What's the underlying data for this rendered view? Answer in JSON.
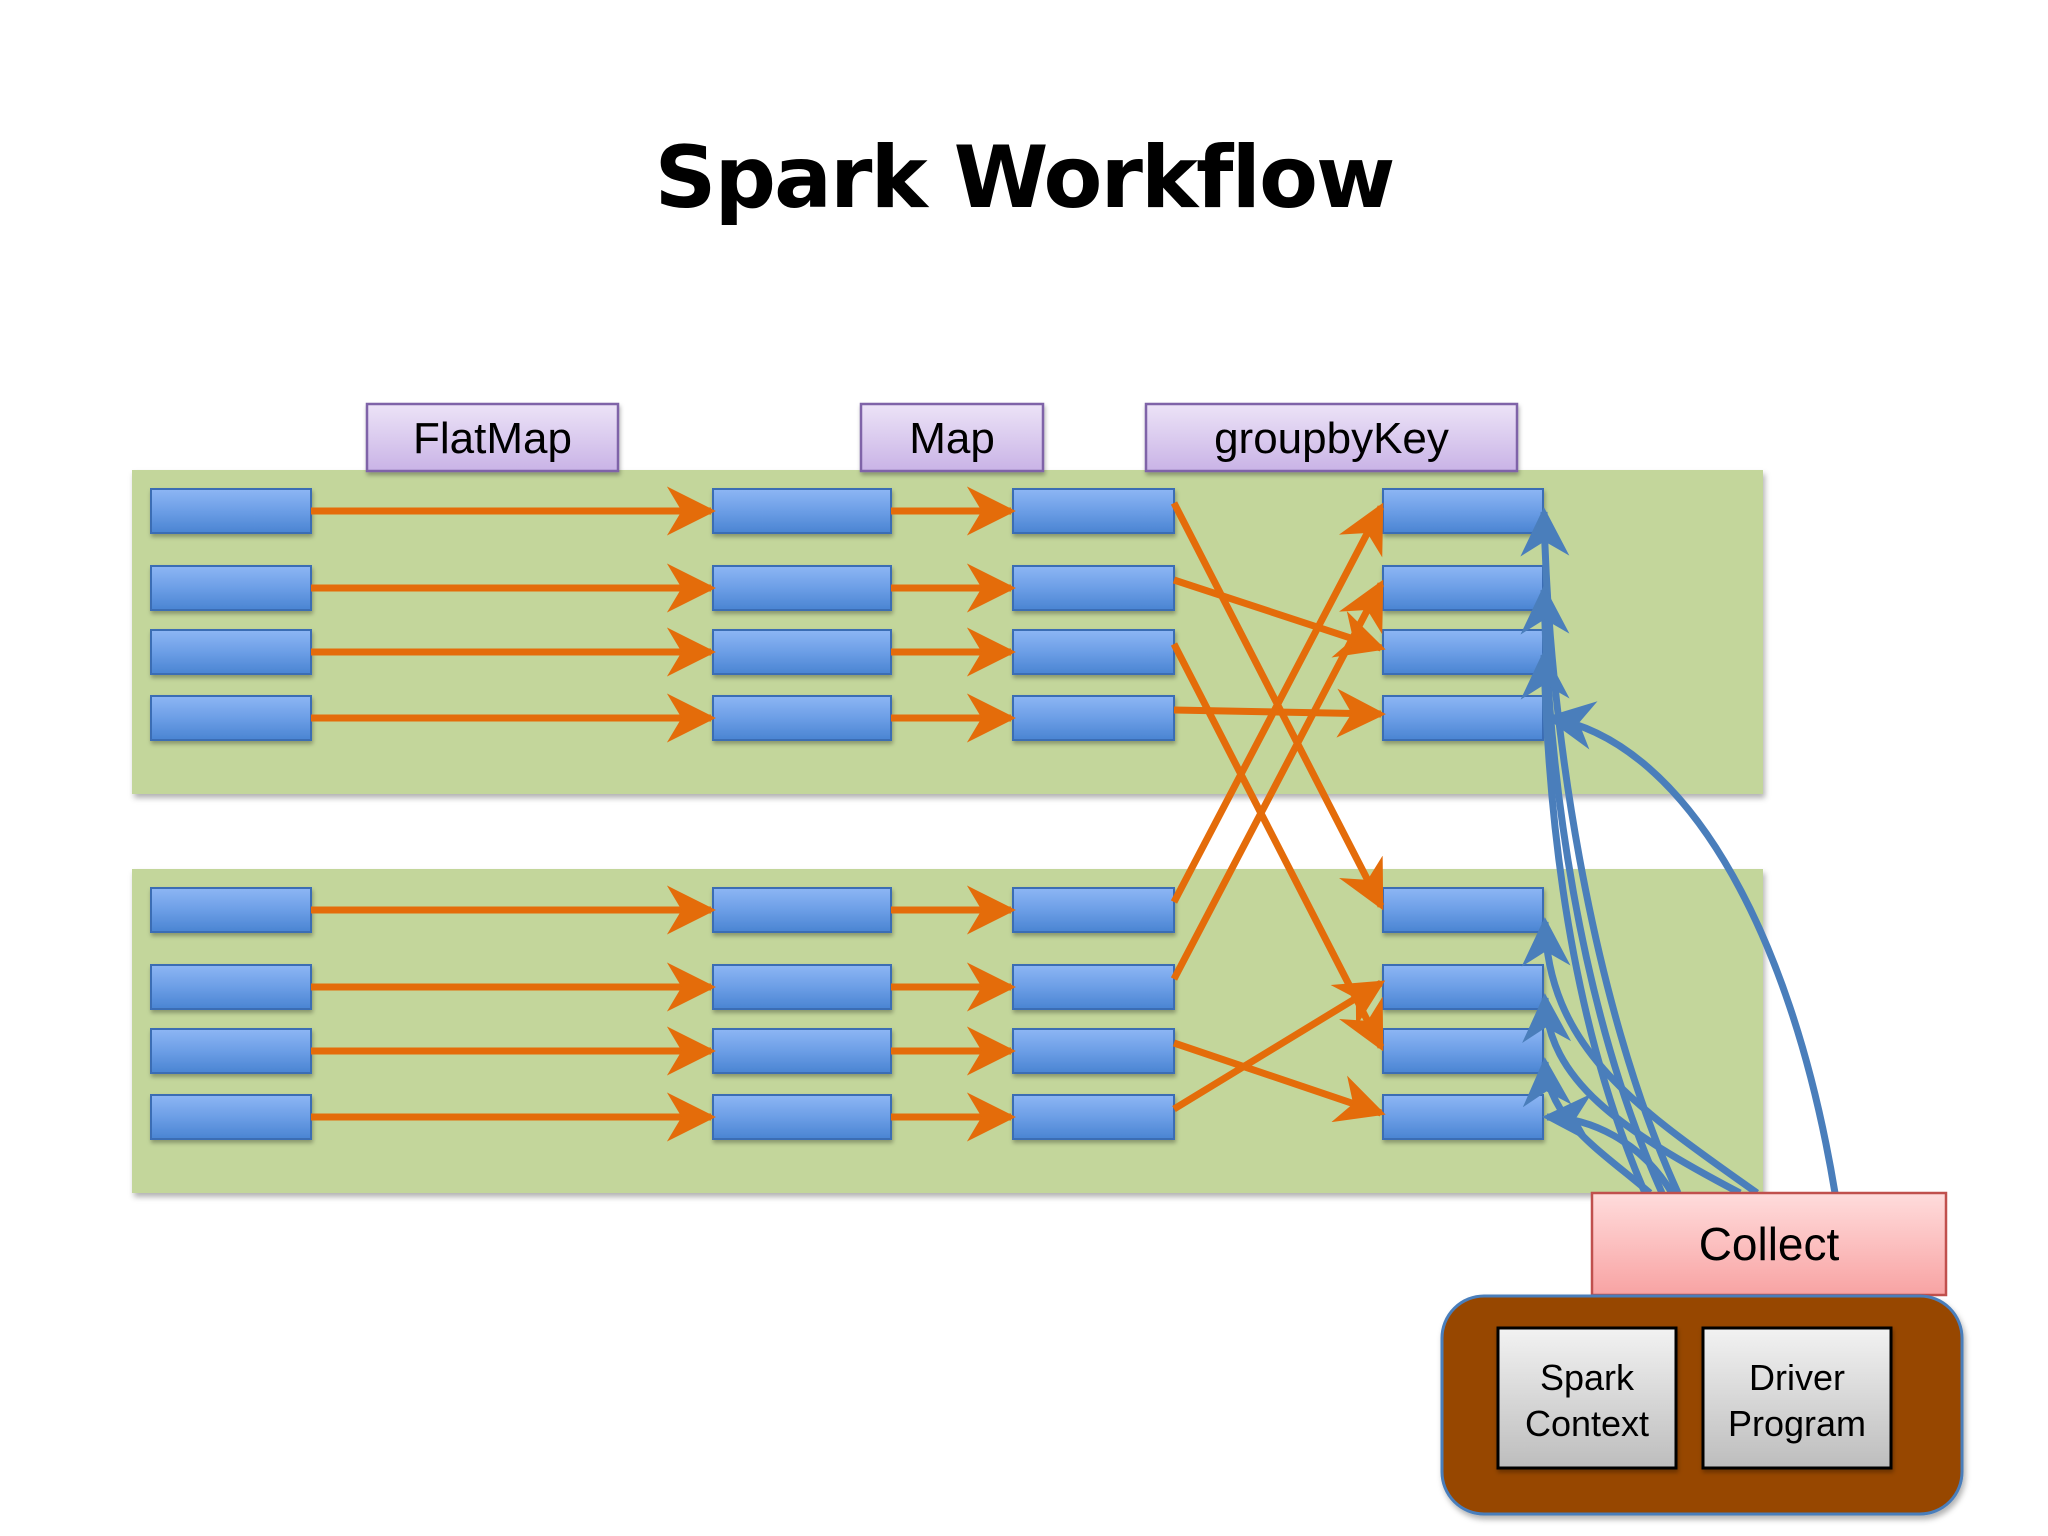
{
  "title": "Spark Workflow",
  "colors": {
    "panel": "#c3d69b",
    "node_top": "#8db6f4",
    "node_bottom": "#4a84d2",
    "shuffle_arrow": "#e46c0a",
    "collect_arrow": "#4a7ebb",
    "operation_box": "#d9c8ee",
    "collect_box": "#fcc7c7",
    "driver_frame": "#974706"
  },
  "operations": [
    {
      "id": "flatmap",
      "label": "FlatMap"
    },
    {
      "id": "map",
      "label": "Map"
    },
    {
      "id": "groupbykey",
      "label": "groupbyKey"
    }
  ],
  "partitions": [
    {
      "id": "partition-1",
      "rows": 4
    },
    {
      "id": "partition-2",
      "rows": 4
    }
  ],
  "stages": [
    "input",
    "flatmap-output",
    "map-output",
    "groupbykey-output"
  ],
  "shuffle_edges": [
    {
      "from": [
        0,
        0
      ],
      "to": [
        1,
        0
      ]
    },
    {
      "from": [
        0,
        1
      ],
      "to": [
        0,
        2
      ]
    },
    {
      "from": [
        0,
        2
      ],
      "to": [
        1,
        2
      ]
    },
    {
      "from": [
        0,
        3
      ],
      "to": [
        0,
        3
      ]
    },
    {
      "from": [
        1,
        0
      ],
      "to": [
        0,
        0
      ]
    },
    {
      "from": [
        1,
        1
      ],
      "to": [
        0,
        1
      ]
    },
    {
      "from": [
        1,
        2
      ],
      "to": [
        1,
        3
      ]
    },
    {
      "from": [
        1,
        3
      ],
      "to": [
        1,
        1
      ]
    }
  ],
  "collect": {
    "label": "Collect",
    "targets": "all groupbyKey outputs"
  },
  "driver": {
    "components": [
      {
        "id": "spark-context",
        "lines": [
          "Spark",
          "Context"
        ]
      },
      {
        "id": "driver-program",
        "lines": [
          "Driver",
          "Program"
        ]
      }
    ]
  }
}
